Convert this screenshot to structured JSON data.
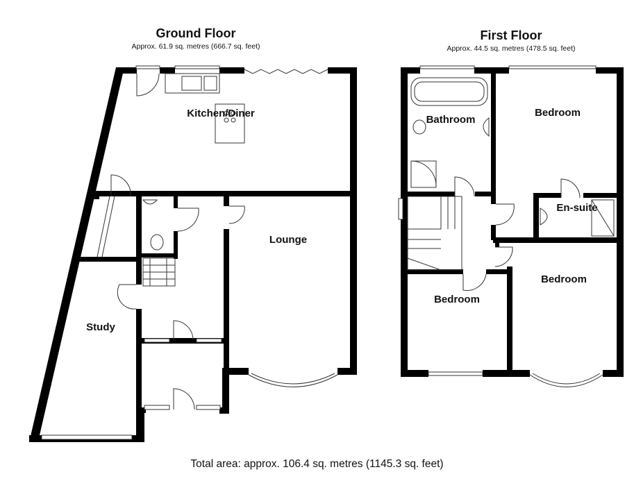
{
  "ground_floor": {
    "title": "Ground Floor",
    "area": "Approx. 61.9 sq. metres (666.7 sq. feet)",
    "rooms": {
      "kitchen_diner": "Kitchen/Diner",
      "lounge": "Lounge",
      "study": "Study"
    }
  },
  "first_floor": {
    "title": "First Floor",
    "area": "Approx. 44.5 sq. metres (478.5 sq. feet)",
    "rooms": {
      "bathroom": "Bathroom",
      "bedroom_1": "Bedroom",
      "en_suite": "En-suite",
      "bedroom_2": "Bedroom",
      "bedroom_3": "Bedroom"
    }
  },
  "total_area": "Total area: approx. 106.4 sq. metres (1145.3 sq. feet)"
}
